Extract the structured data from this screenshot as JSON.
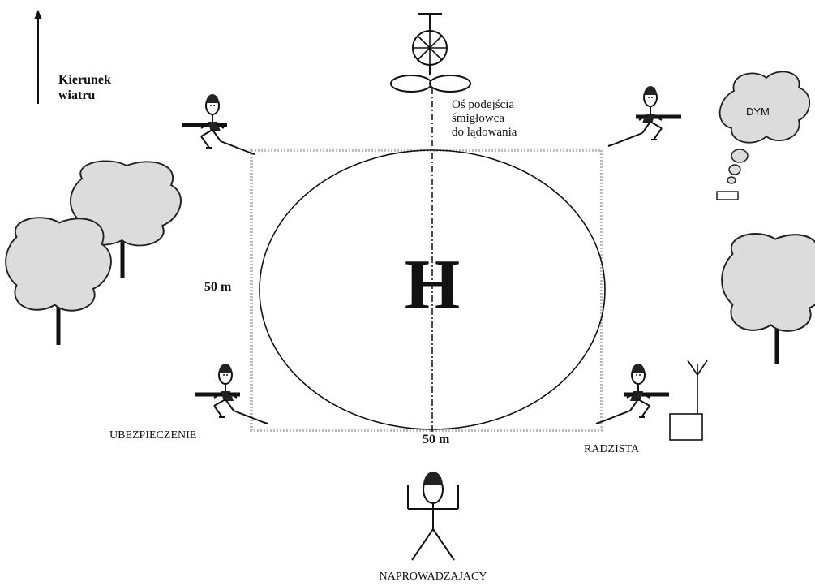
{
  "wind": {
    "line1": "Kierunek",
    "line2": "wiatru"
  },
  "approach_axis": {
    "line1": "Oś podejścia",
    "line2": "śmigłowca",
    "line3": "do lądowania"
  },
  "smoke_label": "DYM",
  "landing_marker": "H",
  "dimension_left": "50 m",
  "dimension_bottom": "50 m",
  "roles": {
    "security": "UBEZPIECZENIE",
    "radio_operator": "RADZISTA",
    "guide": "NAPROWADZAJACY"
  }
}
